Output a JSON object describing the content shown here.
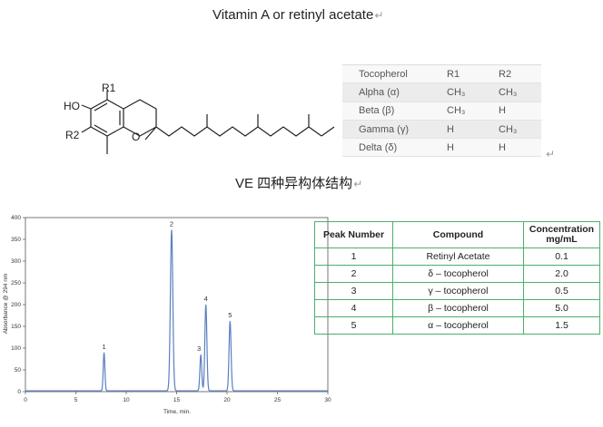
{
  "heading_top": "Vitamin A or retinyl acetate",
  "heading_mid": "VE 四种异构体结构",
  "return_mark": "↵",
  "molecule": {
    "labels": {
      "r1": "R1",
      "r2": "R2",
      "ho": "HO",
      "o": "O"
    }
  },
  "tocopherol_table": {
    "header": [
      "Tocopherol",
      "R1",
      "R2"
    ],
    "rows": [
      [
        "Alpha (α)",
        "CH₃",
        "CH₃"
      ],
      [
        "Beta (β)",
        "CH₃",
        "H"
      ],
      [
        "Gamma (γ)",
        "H",
        "CH₃"
      ],
      [
        "Delta (δ)",
        "H",
        "H"
      ]
    ]
  },
  "peak_table": {
    "header": [
      "Peak Number",
      "Compound",
      "Concentration mg/mL"
    ],
    "rows": [
      [
        "1",
        "Retinyl Acetate",
        "0.1"
      ],
      [
        "2",
        "δ – tocopherol",
        "2.0"
      ],
      [
        "3",
        "γ – tocopherol",
        "0.5"
      ],
      [
        "4",
        "β – tocopherol",
        "5.0"
      ],
      [
        "5",
        "α – tocopherol",
        "1.5"
      ]
    ]
  },
  "chart_data": {
    "type": "line",
    "xlabel": "Time, min.",
    "ylabel": "Absorbance @ 294 nm",
    "xlim": [
      0,
      30
    ],
    "ylim": [
      0,
      400
    ],
    "xticks": [
      0,
      5,
      10,
      15,
      20,
      25,
      30
    ],
    "yticks": [
      0,
      50,
      100,
      150,
      200,
      250,
      300,
      350,
      400
    ],
    "baseline": 2,
    "peaks": [
      {
        "label": "1",
        "x": 7.8,
        "y": 90
      },
      {
        "label": "2",
        "x": 14.5,
        "y": 372
      },
      {
        "label": "3",
        "x": 17.4,
        "y": 85
      },
      {
        "label": "4",
        "x": 17.9,
        "y": 200
      },
      {
        "label": "5",
        "x": 20.3,
        "y": 162
      }
    ],
    "line_color": "#5b7fbf"
  }
}
